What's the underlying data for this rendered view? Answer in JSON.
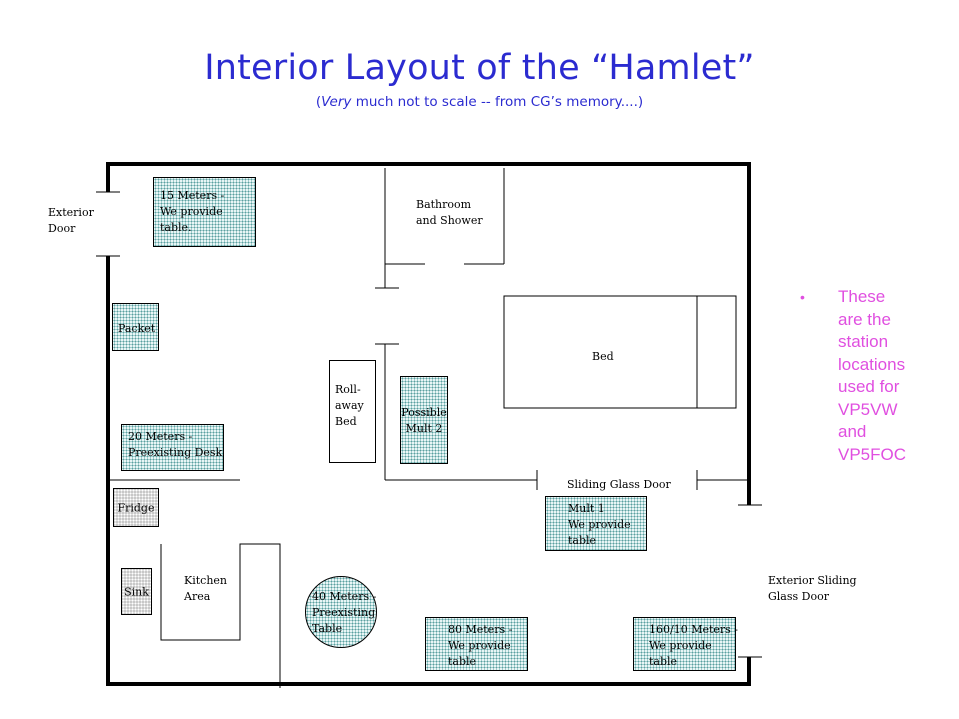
{
  "header": {
    "title": "Interior Layout of the “Hamlet”",
    "subtitle_open": "(",
    "subtitle_em": "Very",
    "subtitle_rest": " much not to scale -- from CG’s memory....)"
  },
  "rooms": {
    "exterior_door": [
      "Exterior",
      "Door"
    ],
    "bathroom": [
      "Bathroom",
      "and Shower"
    ],
    "bed": "Bed",
    "rollaway_bed": [
      "Roll-",
      "away",
      "Bed"
    ],
    "sliding_glass_door": "Sliding Glass Door",
    "kitchen_area": [
      "Kitchen",
      "Area"
    ],
    "exterior_sliding_glass_door": [
      "Exterior Sliding",
      "Glass Door"
    ]
  },
  "appliances": {
    "fridge": "Fridge",
    "sink": "Sink"
  },
  "stations": {
    "m15": [
      "15 Meters -",
      "We provide",
      "table."
    ],
    "packet": [
      "Packet"
    ],
    "m20": [
      "20 Meters -",
      "Preexisting Desk"
    ],
    "mult2": [
      "Possible",
      "Mult 2"
    ],
    "mult1": [
      "Mult 1",
      "We provide",
      "table"
    ],
    "m40": [
      "40 Meters -",
      "Preexisting",
      "Table"
    ],
    "m80": [
      "80 Meters -",
      "We provide",
      "table"
    ],
    "m160": [
      "160/10 Meters -",
      "We provide",
      "table"
    ]
  },
  "note": {
    "bullet": "•",
    "text": [
      "These",
      "are the",
      "station",
      "locations",
      "used for",
      "VP5VW",
      "and",
      "VP5FOC"
    ]
  },
  "colors": {
    "title": "#2b2bd0",
    "note": "#e04fe0",
    "station_fill": "#e8f6f6",
    "station_dots": "#5aa0a0",
    "appliance_fill": "#c8c8c8"
  }
}
